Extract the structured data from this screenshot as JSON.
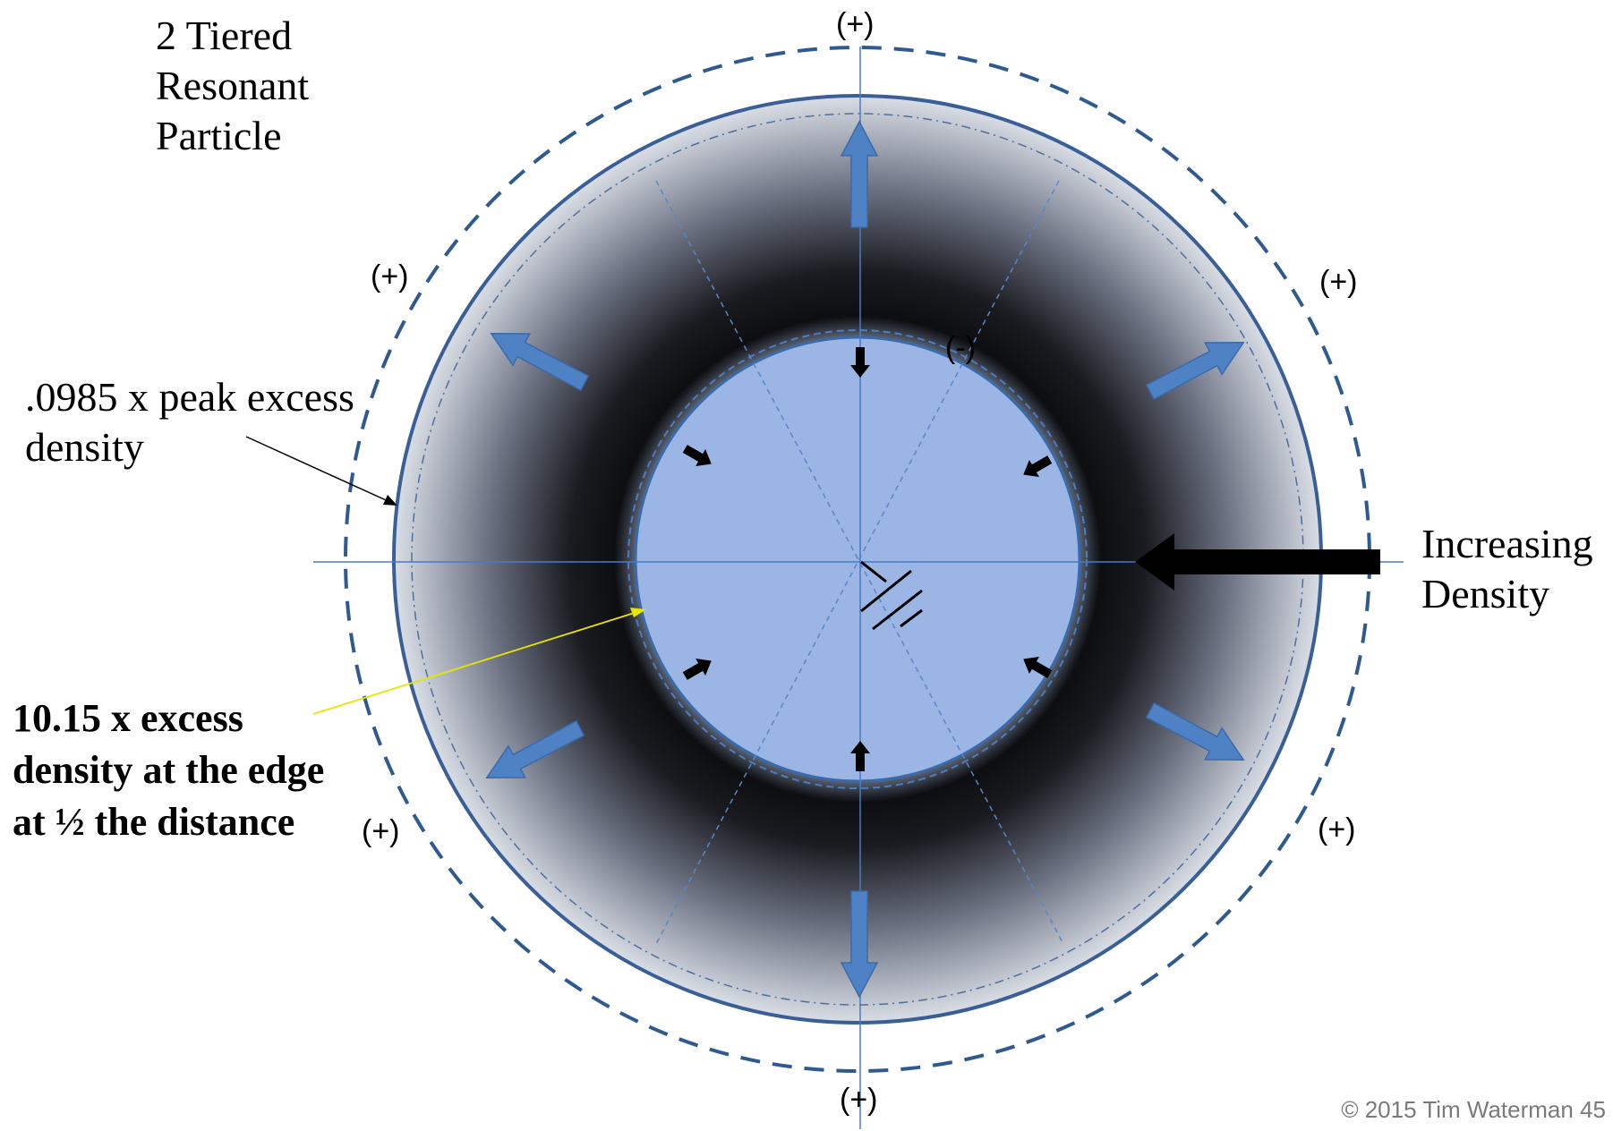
{
  "title": "2 Tiered\nResonant\nParticle",
  "annotations": {
    "outer_density": ".0985 x peak excess\ndensity",
    "edge_density": "10.15 x excess\ndensity at the edge\nat ½ the distance",
    "increasing_density": "Increasing\nDensity",
    "inner_charge": "(-)"
  },
  "charge_labels": {
    "top": "(+)",
    "bottom": "(+)",
    "upper_left": "(+)",
    "upper_right": "(+)",
    "lower_left": "(+)",
    "lower_right": "(+)"
  },
  "copyright": "© 2015 Tim Waterman 45",
  "colors": {
    "axis_line": "#4a7ac4",
    "ring_stroke": "#3a5f96",
    "inner_core": "#9bb5e4",
    "outward_arrow": "#4f82c4",
    "inward_arrow": "#000000",
    "edge_pointer": "#ffff00",
    "shell_dark": "#000000",
    "shell_light": "#d6dbe4"
  },
  "icons": {
    "outward_arrows": "arrow-outward-icon",
    "inward_arrows": "arrow-inward-icon",
    "density_arrow": "arrow-left-icon",
    "capacitor_symbol": "capacitor-icon"
  }
}
